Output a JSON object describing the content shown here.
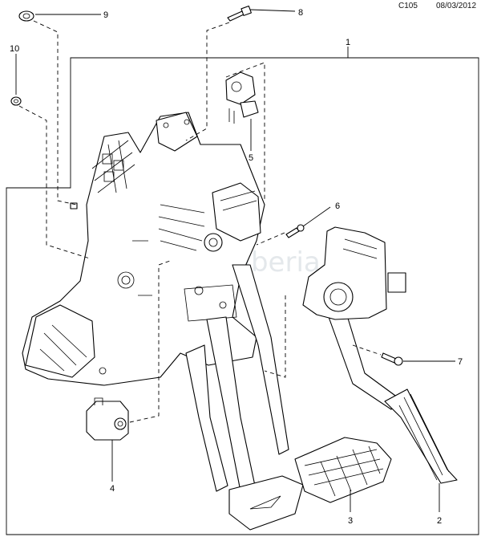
{
  "header": {
    "code": "C105",
    "date": "08/03/2012"
  },
  "watermark": "www.gmsiberia.ru",
  "callouts": [
    "1",
    "2",
    "3",
    "4",
    "5",
    "6",
    "7",
    "8",
    "9",
    "10"
  ]
}
